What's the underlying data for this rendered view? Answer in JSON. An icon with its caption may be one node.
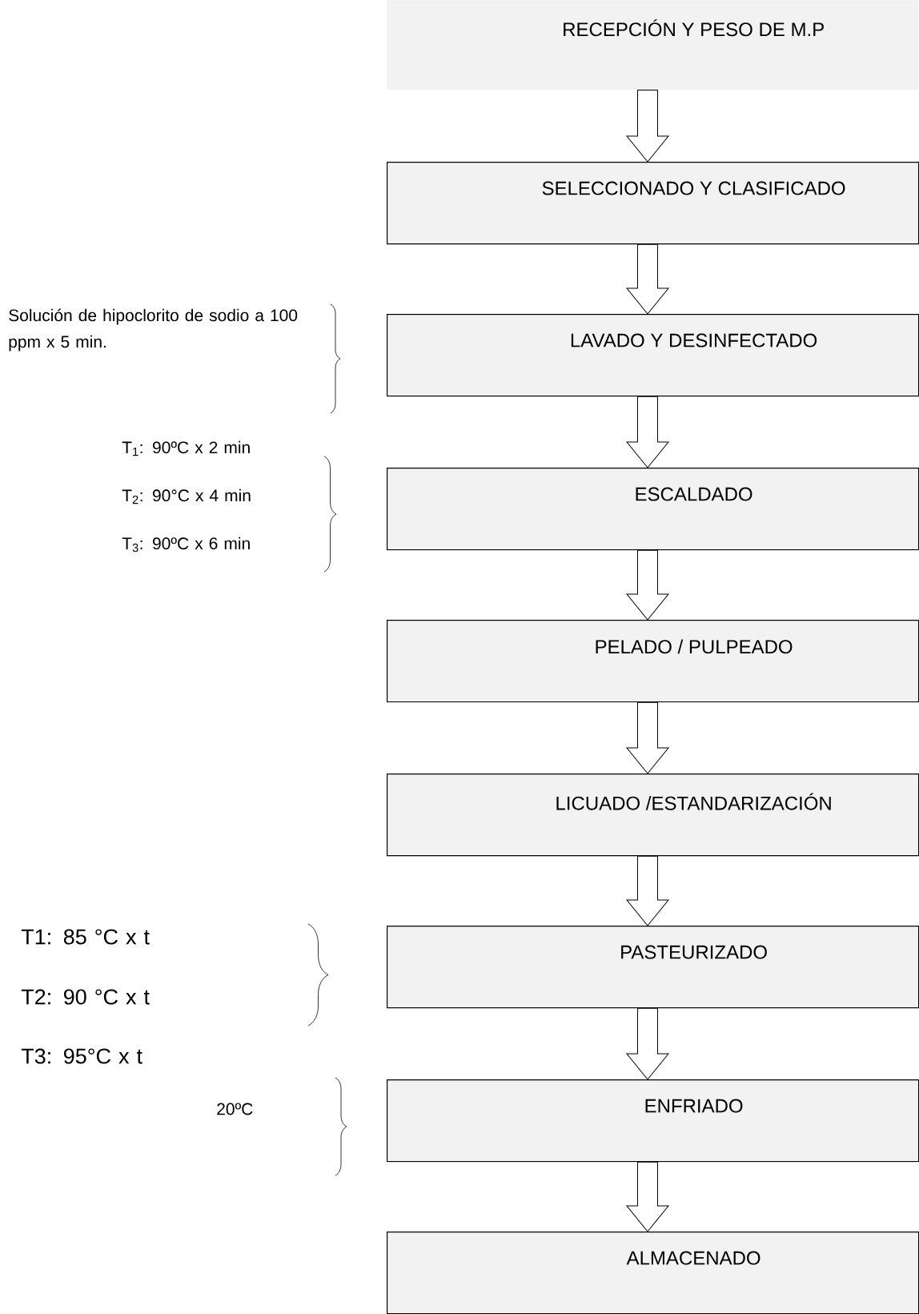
{
  "diagram": {
    "nodes": [
      {
        "text": [
          "RECEPCIÓN Y PESO DE M.P"
        ]
      },
      {
        "text": [
          "SELECCIONADO Y CLASIFICADO"
        ]
      },
      {
        "text": [
          "LAVADO Y DESINFECTADO"
        ]
      },
      {
        "text": [
          "ESCALDADO"
        ]
      },
      {
        "text": [
          "PELADO / PULPEADO"
        ]
      },
      {
        "text": [
          "LICUADO /ESTANDARIZACIÓN"
        ]
      },
      {
        "text": [
          "PASTEURIZADO"
        ]
      },
      {
        "text": [
          "ENFRIADO"
        ]
      },
      {
        "text": [
          "ALMACENADO"
        ]
      }
    ],
    "edges": [
      {
        "from": 0,
        "to": 1,
        "arrow": "to"
      },
      {
        "from": 1,
        "to": 2,
        "arrow": "to"
      },
      {
        "from": 2,
        "to": 3,
        "arrow": "to"
      },
      {
        "from": 3,
        "to": 4,
        "arrow": "to"
      },
      {
        "from": 4,
        "to": 5,
        "arrow": "to"
      },
      {
        "from": 5,
        "to": 6,
        "arrow": "to"
      },
      {
        "from": 6,
        "to": 7,
        "arrow": "to"
      },
      {
        "from": 7,
        "to": 8,
        "arrow": "to"
      }
    ],
    "labels": [
      "Solución de hipoclorito de sodio a 100 ppm x 5 min.",
      "T$_{1}$: 90ºC x 2 min",
      "T$_{2}$: 90°C x 4 min",
      "T$_{3}$: 90ºC x 6 min",
      "T1: 85 °C x t",
      "T2: 90 °C x t",
      "T3: 95°C x t",
      "20ºC"
    ]
  }
}
